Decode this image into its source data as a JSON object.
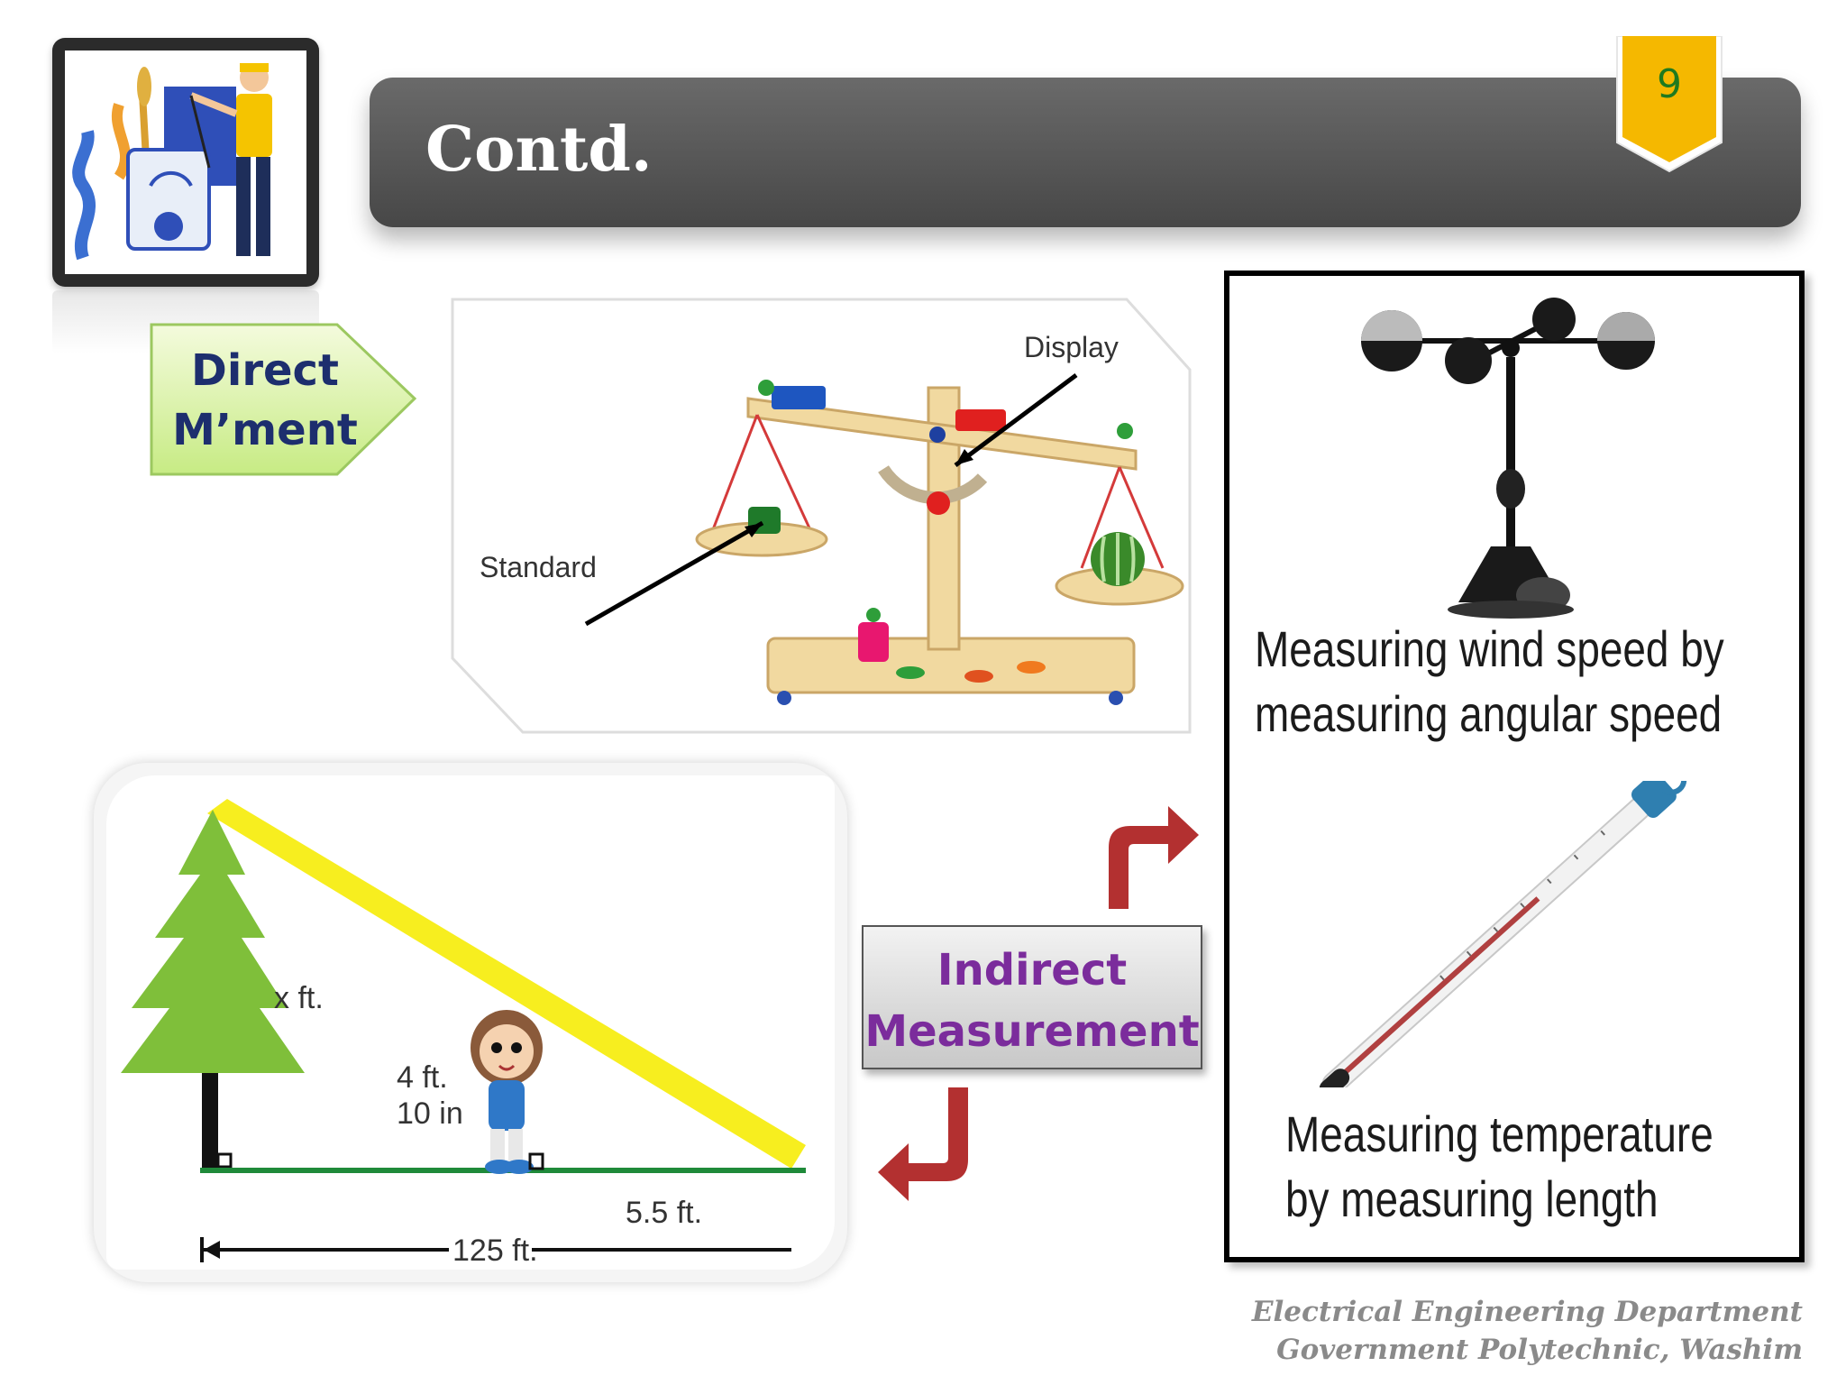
{
  "slide": {
    "title": "Contd.",
    "page_number": "9"
  },
  "direct": {
    "label_line1": "Direct",
    "label_line2": "M’ment"
  },
  "balance_figure": {
    "display_label": "Display",
    "standard_label": "Standard"
  },
  "tree_figure": {
    "height_label": "x ft.",
    "person_height_line1": "4 ft.",
    "person_height_line2": "10 in",
    "shadow_label": "5.5 ft.",
    "distance_label": "125 ft."
  },
  "indirect": {
    "label_line1": "Indirect",
    "label_line2": "Measurement"
  },
  "examples": {
    "wind_caption_line1": "Measuring wind speed by",
    "wind_caption_line2": "measuring angular speed",
    "temp_caption_line1": "Measuring temperature",
    "temp_caption_line2": "by measuring length"
  },
  "footer": {
    "line1": "Electrical Engineering Department",
    "line2": "Government Polytechnic, Washim"
  },
  "colors": {
    "title_bar": "#555555",
    "badge": "#f5b800",
    "direct_fill": "#d9f2a8",
    "indirect_text": "#7b2c9c",
    "curved_arrow": "#b33030"
  }
}
